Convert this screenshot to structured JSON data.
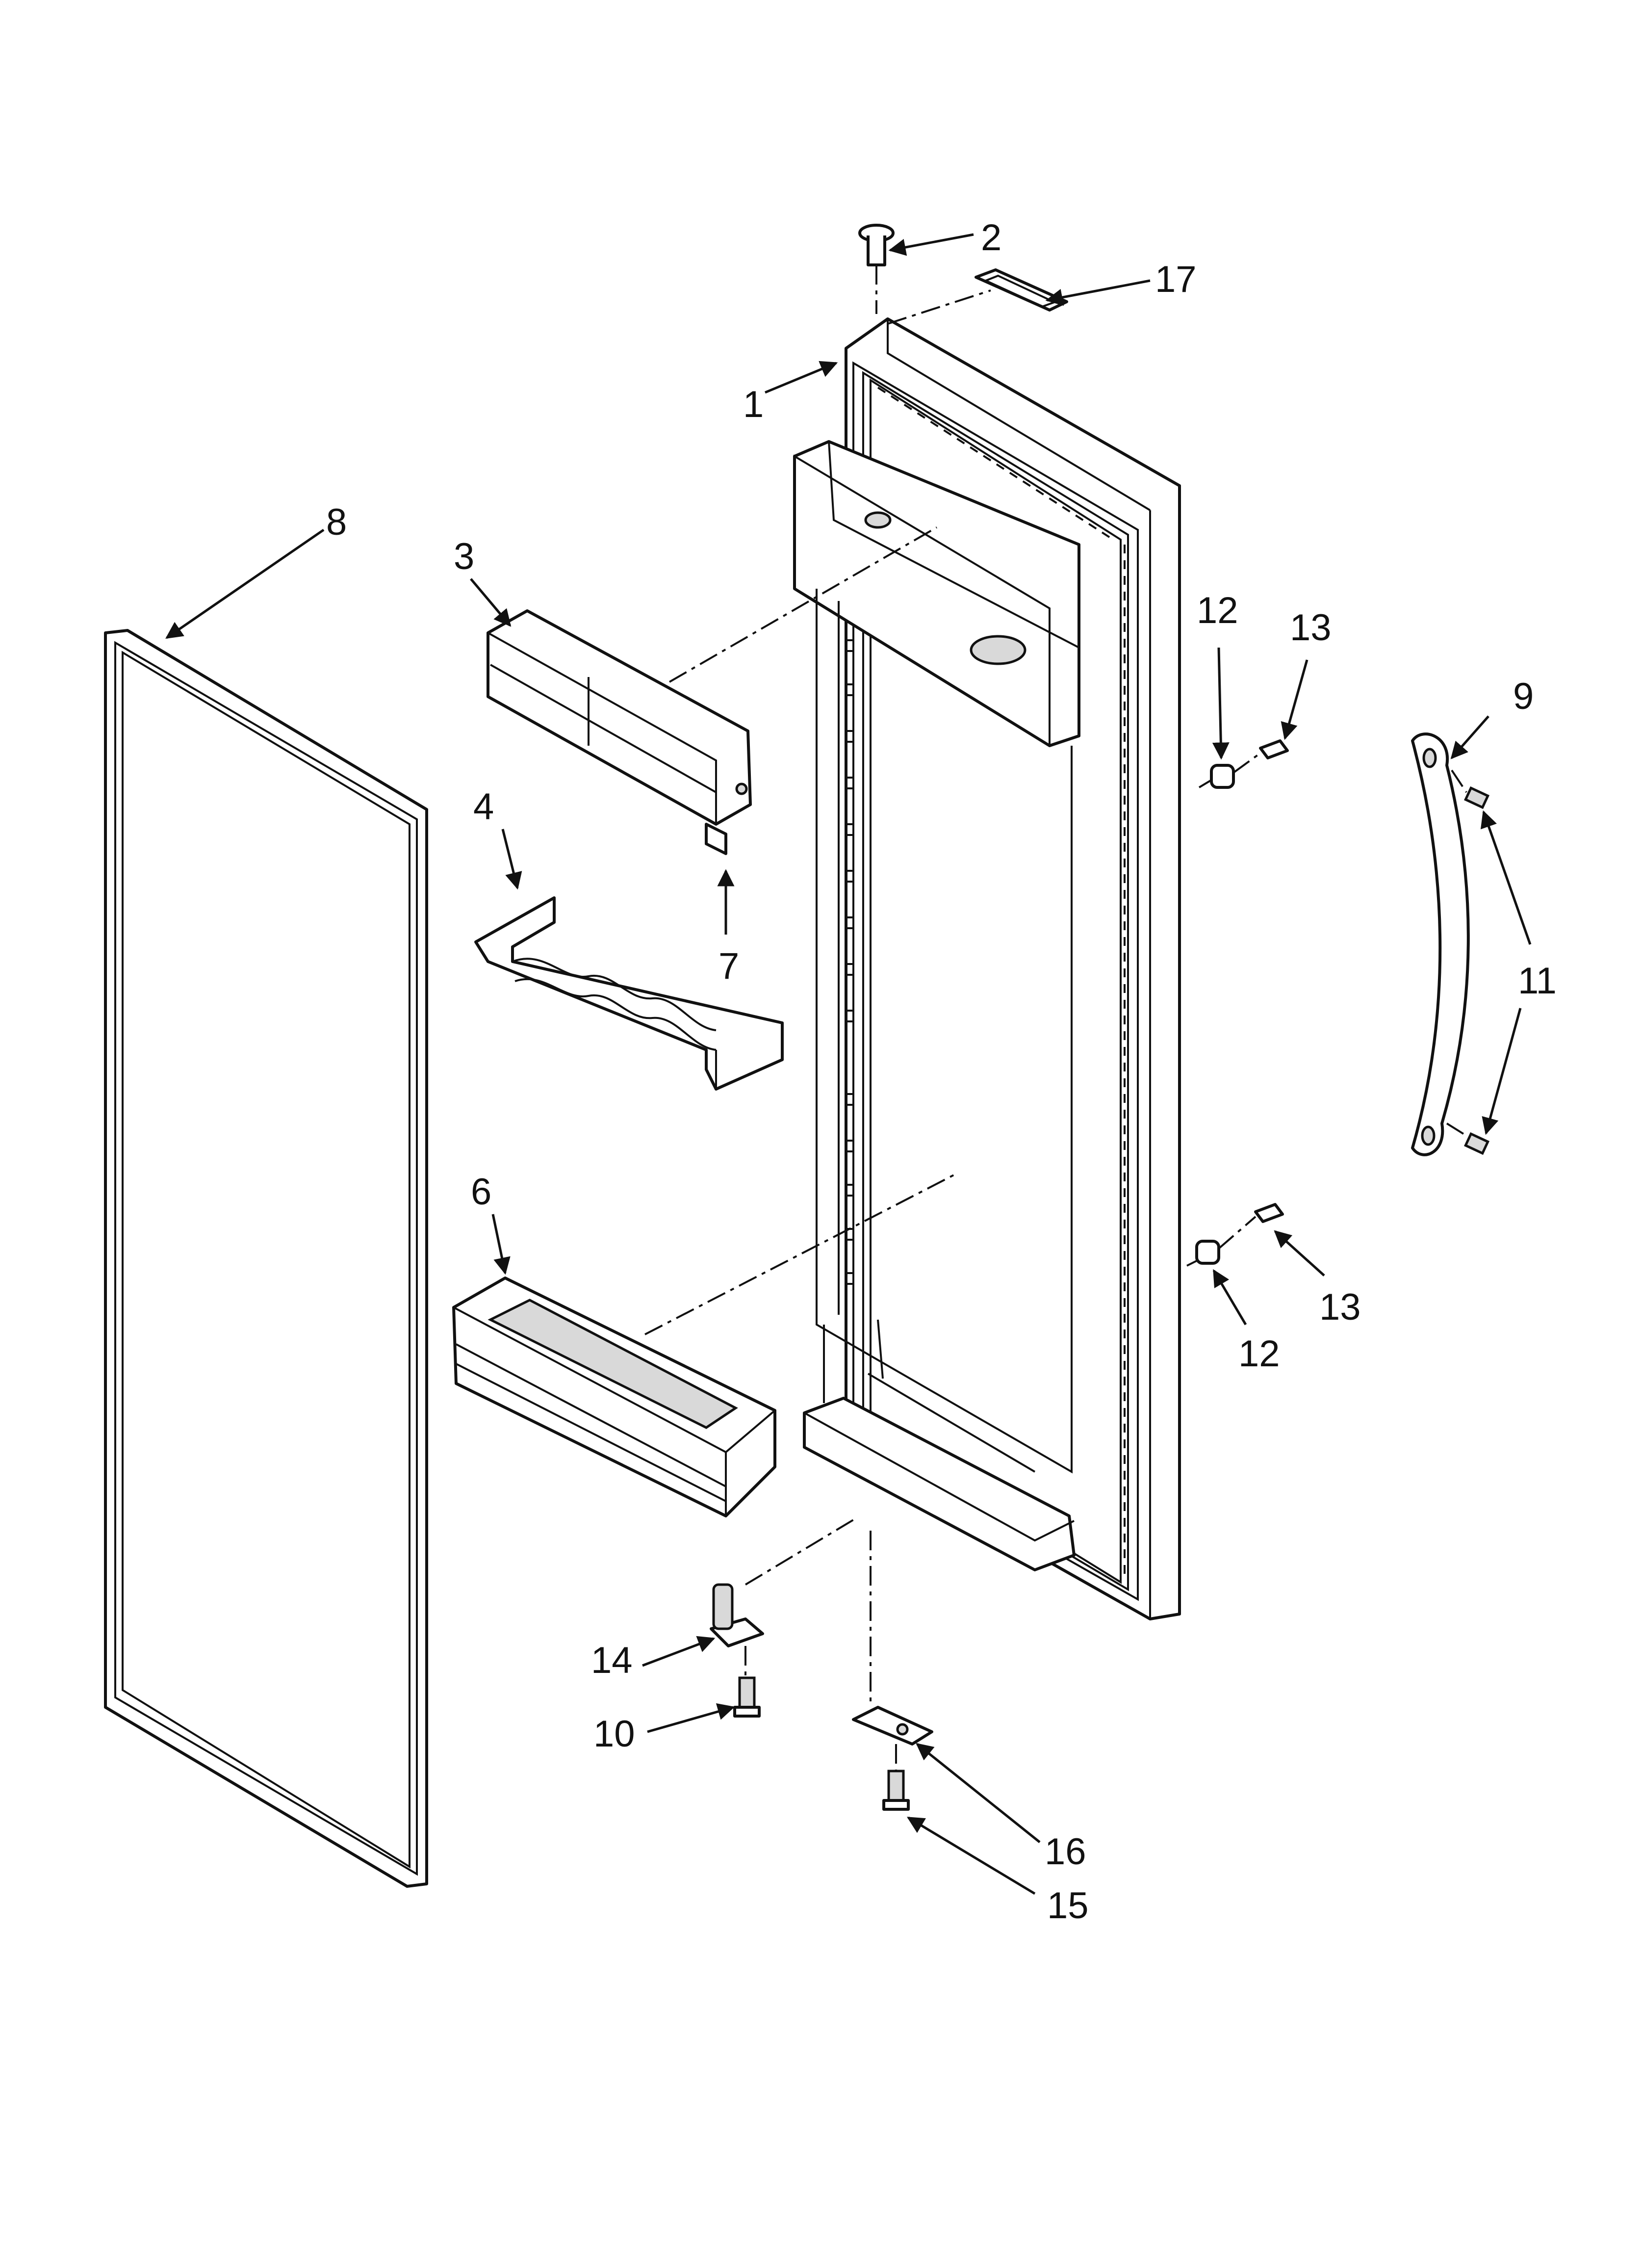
{
  "callouts": [
    {
      "id": "1",
      "text": "1"
    },
    {
      "id": "2",
      "text": "2"
    },
    {
      "id": "3",
      "text": "3"
    },
    {
      "id": "4",
      "text": "4"
    },
    {
      "id": "6",
      "text": "6"
    },
    {
      "id": "7",
      "text": "7"
    },
    {
      "id": "8",
      "text": "8"
    },
    {
      "id": "9",
      "text": "9"
    },
    {
      "id": "10",
      "text": "10"
    },
    {
      "id": "11",
      "text": "11"
    },
    {
      "id": "12a",
      "text": "12"
    },
    {
      "id": "12b",
      "text": "12"
    },
    {
      "id": "13a",
      "text": "13"
    },
    {
      "id": "13b",
      "text": "13"
    },
    {
      "id": "14",
      "text": "14"
    },
    {
      "id": "15",
      "text": "15"
    },
    {
      "id": "16",
      "text": "16"
    },
    {
      "id": "17",
      "text": "17"
    }
  ]
}
